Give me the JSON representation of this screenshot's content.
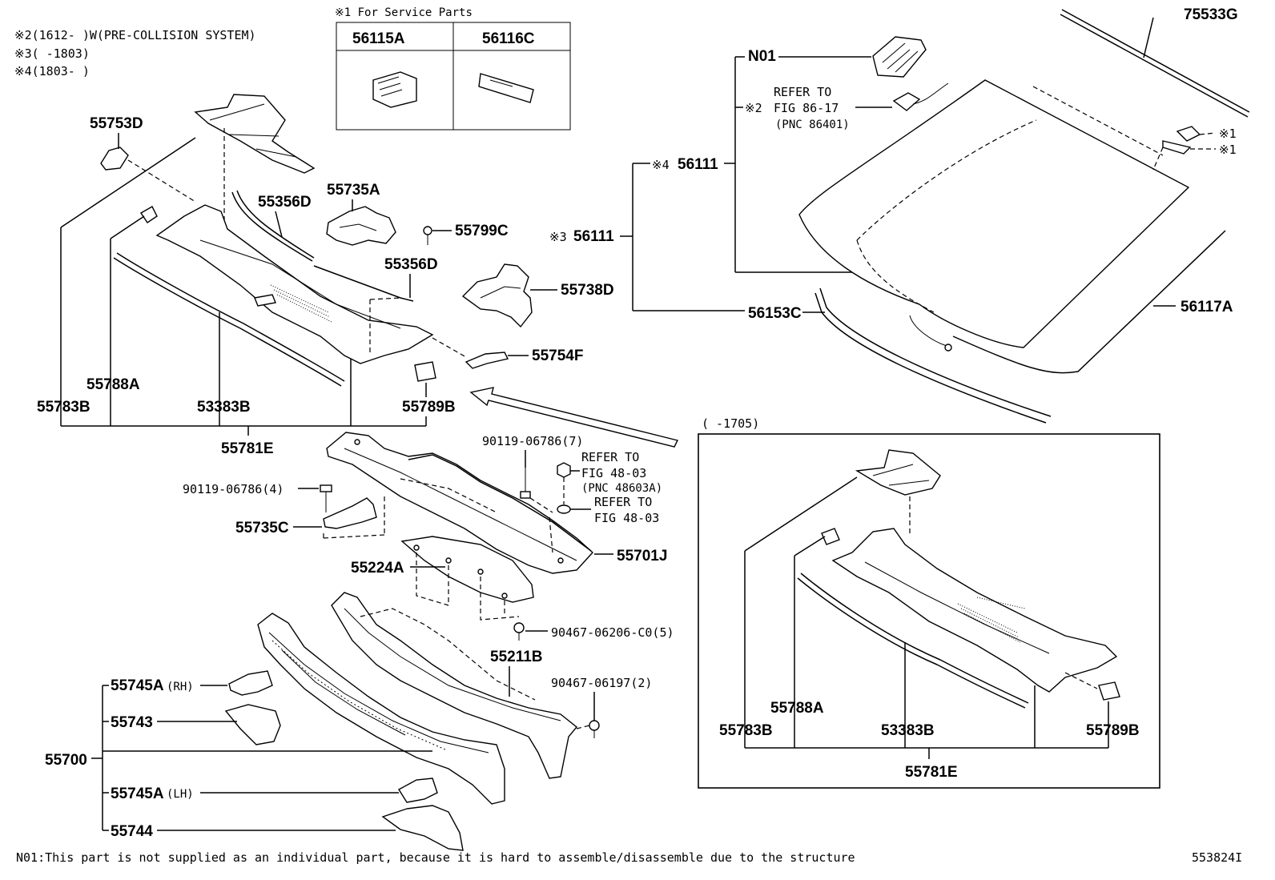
{
  "notes": {
    "n2": "※2(1612-    )W(PRE-COLLISION SYSTEM)",
    "n3": "※3(    -1803)",
    "n4": "※4(1803-    )",
    "service": "※1 For Service Parts",
    "footer": "N01:This part is not supplied as an individual part, because it is hard to assemble/disassemble due to the structure",
    "figure_id": "553824I",
    "inset_range": "(    -1705)"
  },
  "service_table": {
    "col1": "56115A",
    "col2": "56116C"
  },
  "labels": {
    "p75533G": "75533G",
    "pN01": "N01",
    "refer1a": "REFER TO",
    "refer1b": "FIG 86-17",
    "refer1c": "(PNC 86401)",
    "mark2": "※2",
    "mark1a": "※1",
    "mark1b": "※1",
    "mark4": "※4",
    "p56111a": "56111",
    "mark3": "※3",
    "p56111b": "56111",
    "p56153C": "56153C",
    "p56117A": "56117A",
    "p55753D": "55753D",
    "p55356D_a": "55356D",
    "p55735A": "55735A",
    "p55799C": "55799C",
    "p55356D_b": "55356D",
    "p55738D": "55738D",
    "p55754F": "55754F",
    "p55788A": "55788A",
    "p55783B": "55783B",
    "p53383B": "53383B",
    "p55789B": "55789B",
    "p55781E": "55781E",
    "b1": "90119-06786(7)",
    "refer2a": "REFER TO",
    "refer2b": "FIG 48-03",
    "refer2c": "(PNC 48603A)",
    "refer3a": "REFER TO",
    "refer3b": "FIG 48-03",
    "b2": "90119-06786(4)",
    "p55735C": "55735C",
    "p55701J": "55701J",
    "p55224A": "55224A",
    "b3": "90467-06206-C0(5)",
    "p55211B": "55211B",
    "b4": "90467-06197(2)",
    "p55745A_rh": "55745A",
    "rh": "(RH)",
    "p55743": "55743",
    "p55700": "55700",
    "p55745A_lh": "55745A",
    "lh": "(LH)",
    "p55744": "55744",
    "i55788A": "55788A",
    "i55783B": "55783B",
    "i53383B": "53383B",
    "i55789B": "55789B",
    "i55781E": "55781E"
  }
}
